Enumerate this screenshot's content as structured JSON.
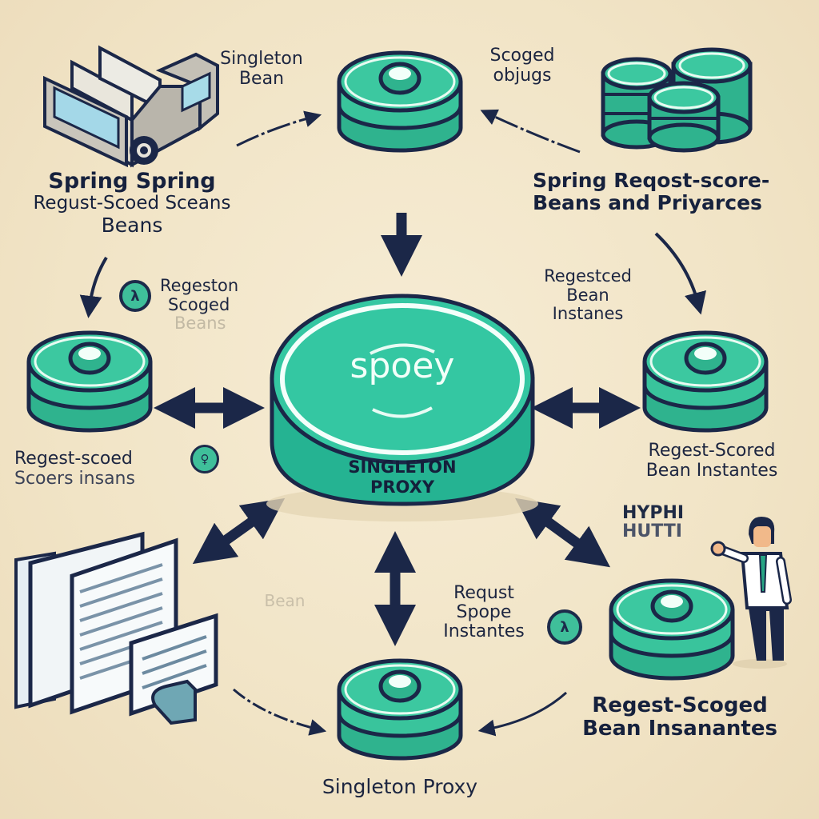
{
  "colors": {
    "background": "#f1e4c6",
    "teal": "#3cc39c",
    "teal_dark": "#2aa987",
    "outline": "#1b2748",
    "text": "#16213d"
  },
  "center": {
    "top_text": "spoey",
    "side_text_line1": "SINGLETON",
    "side_text_line2": "PROXY"
  },
  "labels": {
    "top_left_small": [
      "Singleton",
      "Bean"
    ],
    "top_right_small": [
      "Scoged",
      "objugs"
    ],
    "top_left_title": [
      "Spring Spring",
      "Regust-Scoed Sceans",
      "Beans"
    ],
    "top_right_title": [
      "Spring Reqost-score-",
      "Beans and Priyarces"
    ],
    "mid_left_small": [
      "Regeston",
      "Scoged",
      "Beans"
    ],
    "mid_right_small": [
      "Regestced",
      "Bean",
      "Instanes"
    ],
    "left_below": [
      "Regest-scoed",
      "Scoers insans"
    ],
    "right_below": [
      "Regest-Scored",
      "Bean Instantes"
    ],
    "right_hyphi": [
      "HYPHI",
      "HUTTI"
    ],
    "faint_bean": "Bean",
    "bottom_mid_small": [
      "Requst",
      "Spope",
      "Instantes"
    ],
    "bottom_right_title": [
      "Regest-Scoged",
      "Bean Insanantes"
    ],
    "bottom_caption": "Singleton Proxy"
  },
  "nodes": [
    {
      "id": "top-center-disc",
      "icon": "stacked-disc-icon"
    },
    {
      "id": "top-right-stack",
      "icon": "database-stack-icon"
    },
    {
      "id": "left-disc",
      "icon": "stacked-disc-icon"
    },
    {
      "id": "right-disc",
      "icon": "stacked-disc-icon"
    },
    {
      "id": "bottom-center-disc",
      "icon": "stacked-disc-icon"
    },
    {
      "id": "bottom-right-disc",
      "icon": "stacked-disc-icon"
    },
    {
      "id": "truck",
      "icon": "truck-icon"
    },
    {
      "id": "documents",
      "icon": "documents-icon"
    },
    {
      "id": "person",
      "icon": "person-icon"
    }
  ],
  "badges": {
    "mid_left": "λ",
    "left_below": "♀",
    "bottom_mid": "λ"
  }
}
